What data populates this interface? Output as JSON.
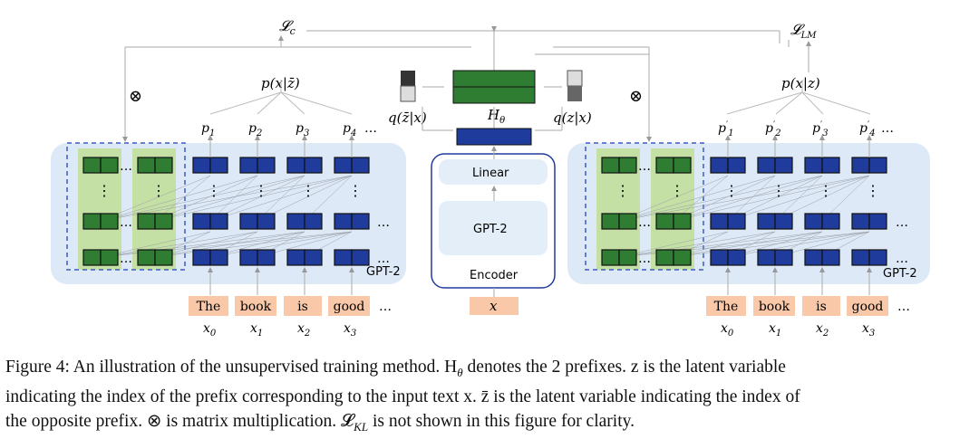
{
  "labels": {
    "loss_c": "𝓛",
    "loss_c_sub": "c",
    "loss_lm": "𝓛",
    "loss_lm_sub": "LM",
    "p_x_zbar": "p(x|z̄)",
    "p_x_z": "p(x|z)",
    "q_zbar_x": "q(z̄|x)",
    "q_z_x": "q(z|x)",
    "h_theta": "H",
    "h_theta_sub": "θ",
    "otimes": "⊗",
    "ellipsis": "…",
    "vdots": "⋮"
  },
  "left_outputs": [
    "p",
    "p",
    "p",
    "p"
  ],
  "left_output_subs": [
    "1",
    "2",
    "3",
    "4"
  ],
  "right_outputs": [
    "p",
    "p",
    "p",
    "p"
  ],
  "right_output_subs": [
    "1",
    "2",
    "3",
    "4"
  ],
  "right_output_prime": "′",
  "gpt_label": "GPT-2",
  "encoder": {
    "linear": "Linear",
    "gpt": "GPT-2",
    "encoder": "Encoder",
    "input": "x"
  },
  "tokens": [
    "The",
    "book",
    "is",
    "good"
  ],
  "token_vars": [
    "x",
    "x",
    "x",
    "x"
  ],
  "token_var_subs": [
    "0",
    "1",
    "2",
    "3"
  ],
  "caption": [
    "Figure 4: An illustration of the unsupervised training method. H",
    "θ",
    " denotes the 2 prefixes. z is the latent variable",
    "indicating the index of the prefix corresponding to the input text x. z̄ is the latent variable indicating the index of",
    "the opposite prefix. ⊗ is matrix multiplication. 𝓛",
    "KL",
    " is not shown in this figure for clarity."
  ],
  "colors": {
    "panel": "#dde9f7",
    "prefix_col": "#c5e0a5",
    "green_block": "#2e7d32",
    "blue_block": "#1f3c9c",
    "token_box": "#f8c8a8",
    "encoder_inner": "#e4eef9"
  }
}
